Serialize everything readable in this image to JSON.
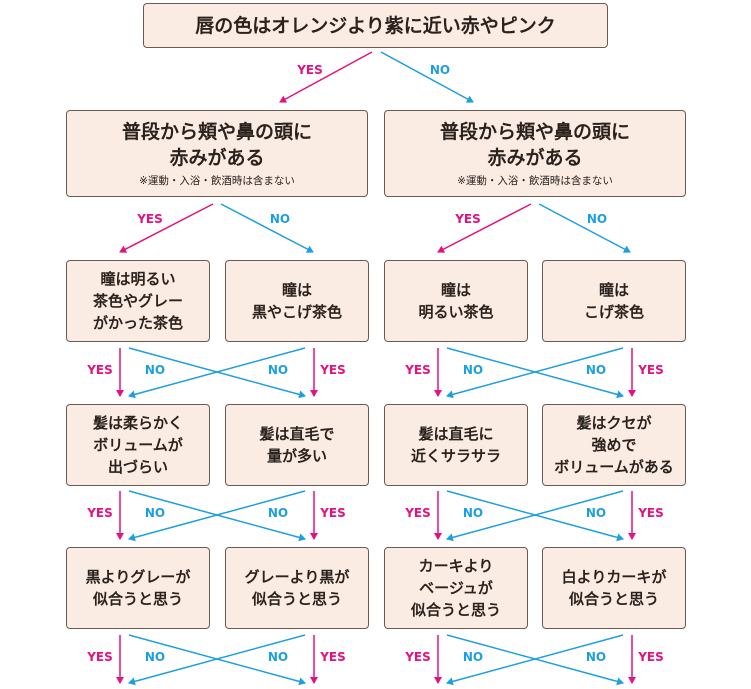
{
  "labels": {
    "yes": "YES",
    "no": "NO"
  },
  "colors": {
    "yes": "#e3127f",
    "no": "#1d9fe0",
    "box_fill": "#fbece3",
    "box_border": "#6b5a52"
  },
  "q1": "唇の色はオレンジより紫に近い赤やピンク",
  "q2_left": {
    "text": "普段から頬や鼻の頭に\n赤みがある",
    "note": "※運動・入浴・飲酒時は含まない"
  },
  "q2_right": {
    "text": "普段から頬や鼻の頭に\n赤みがある",
    "note": "※運動・入浴・飲酒時は含まない"
  },
  "row3": [
    "瞳は明るい\n茶色やグレー\nがかった茶色",
    "瞳は\n黒やこげ茶色",
    "瞳は\n明るい茶色",
    "瞳は\nこげ茶色"
  ],
  "row4": [
    "髪は柔らかく\nボリュームが\n出づらい",
    "髪は直毛で\n量が多い",
    "髪は直毛に\n近くサラサラ",
    "髪はクセが\n強めで\nボリュームがある"
  ],
  "row5": [
    "黒よりグレーが\n似合うと思う",
    "グレーより黒が\n似合うと思う",
    "カーキより\nベージュが\n似合うと思う",
    "白よりカーキが\n似合うと思う"
  ]
}
